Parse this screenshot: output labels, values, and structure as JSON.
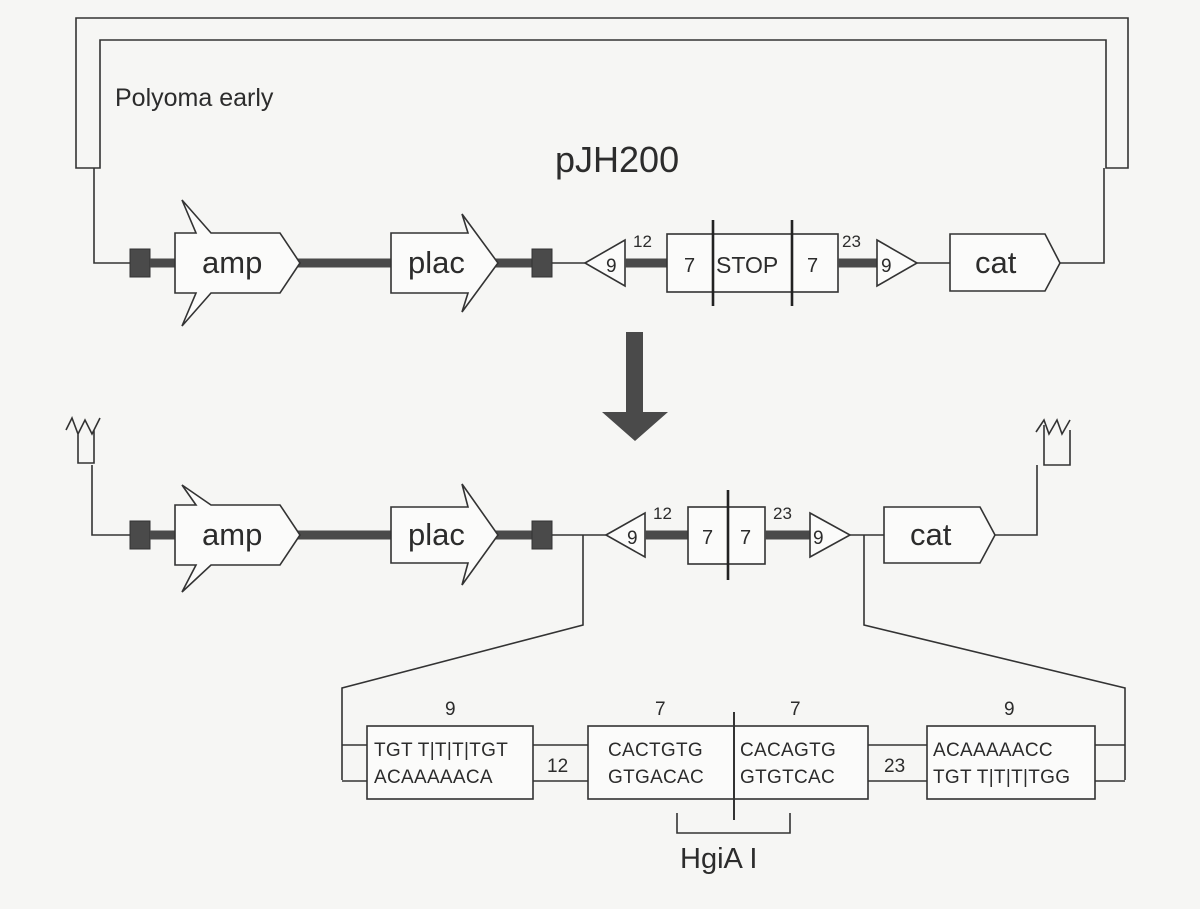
{
  "figure": {
    "title": "pJH200",
    "promoter_label": "Polyoma early",
    "top_construct": {
      "genes": [
        "amp",
        "plac",
        "cat"
      ],
      "rss_left": {
        "heptamer": "7",
        "nonamer": "9",
        "spacer": "12"
      },
      "stop_label": "STOP",
      "rss_right": {
        "heptamer": "7",
        "nonamer": "9",
        "spacer": "23"
      }
    },
    "bottom_construct": {
      "genes": [
        "amp",
        "plac",
        "cat"
      ],
      "rss_left": {
        "heptamer": "7",
        "nonamer": "9",
        "spacer": "12"
      },
      "rss_right": {
        "heptamer": "7",
        "nonamer": "9",
        "spacer": "23"
      }
    },
    "sequence_detail": {
      "left_nonamer": {
        "length": "9",
        "top": "TGT T|T|T|TGT",
        "bottom": "ACAAAAACA"
      },
      "spacer_left": "12",
      "heptamer_left": {
        "length": "7",
        "top": "CACTGTG",
        "bottom": "GTGACAC"
      },
      "heptamer_right": {
        "length": "7",
        "top": "CACAGTG",
        "bottom": "GTGTCAC"
      },
      "spacer_right": "23",
      "right_nonamer": {
        "length": "9",
        "top": "ACAAAAACC",
        "bottom": "TGT T|T|T|TGG"
      },
      "restriction_site": "HgiA I"
    },
    "colors": {
      "line": "#333333",
      "dark_segment": "#4a4a4a",
      "background": "#f6f6f4"
    }
  }
}
